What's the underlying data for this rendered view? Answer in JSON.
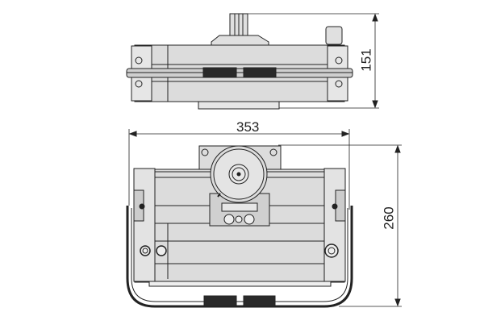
{
  "drawing": {
    "top_view": {
      "dimension_height": "151"
    },
    "front_view": {
      "dimension_width": "353",
      "dimension_height": "260"
    }
  },
  "colors": {
    "line": "#222222",
    "fill": "#d9d9d9",
    "dark": "#2a2a2a"
  }
}
